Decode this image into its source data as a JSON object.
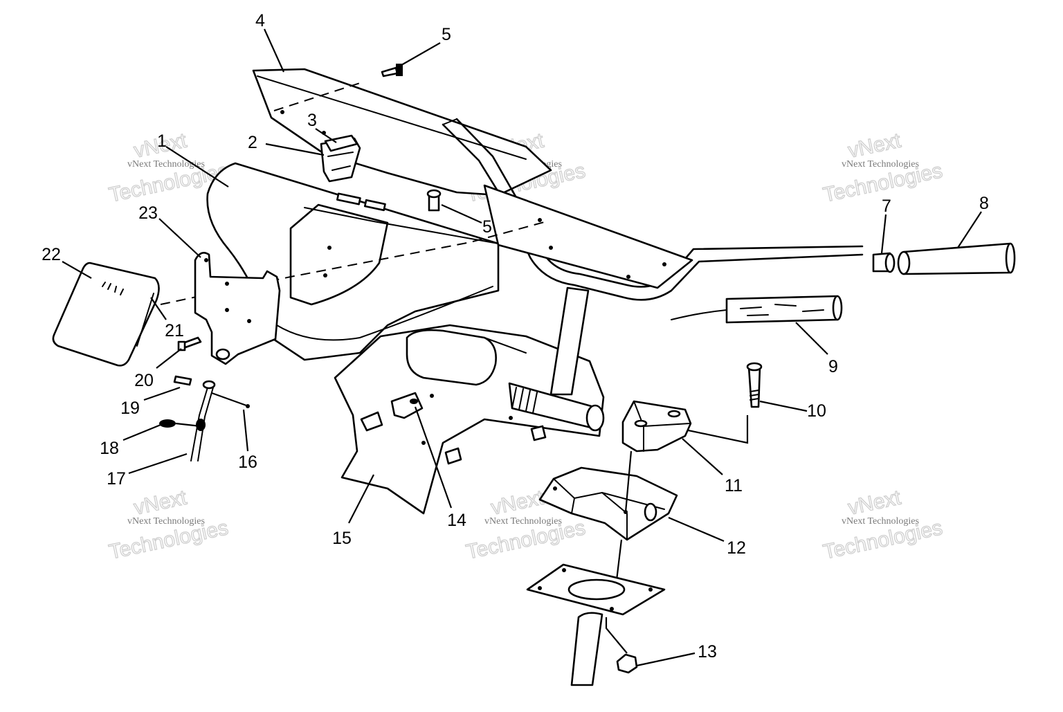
{
  "watermark": {
    "brand_top": "vNext",
    "brand_mid": "vNext Technologies",
    "brand_bottom": "Technologies"
  },
  "callouts": {
    "c1": "1",
    "c2": "2",
    "c3": "3",
    "c4": "4",
    "c5a": "5",
    "c5b": "5",
    "c7": "7",
    "c8": "8",
    "c9": "9",
    "c10": "10",
    "c11": "11",
    "c12": "12",
    "c13": "13",
    "c14": "14",
    "c15": "15",
    "c16": "16",
    "c17": "17",
    "c18": "18",
    "c19": "19",
    "c20": "20",
    "c21": "21",
    "c22": "22",
    "c23": "23"
  }
}
